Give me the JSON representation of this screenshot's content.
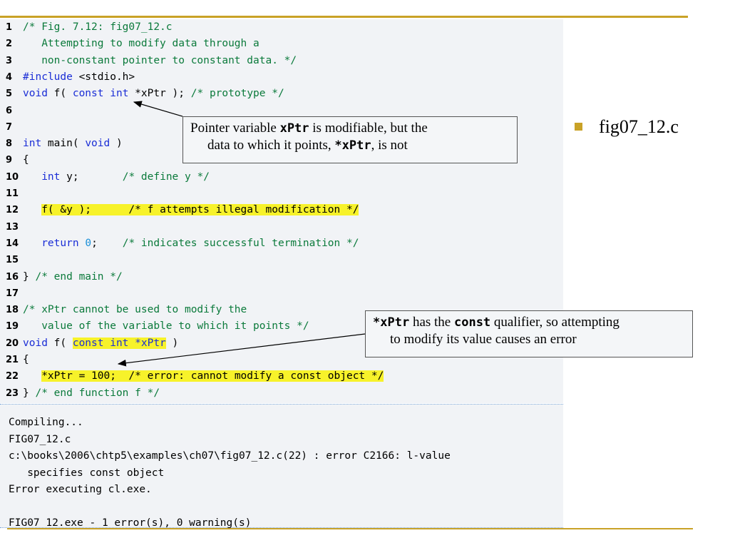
{
  "slide": {
    "bullet_text": "fig07_12.c",
    "accent_color": "#c9a227"
  },
  "code": {
    "lines": [
      {
        "num": "1",
        "tokens": [
          {
            "t": "/* Fig. 7.12: fig07_12.c",
            "c": "cm"
          }
        ]
      },
      {
        "num": "2",
        "tokens": [
          {
            "t": "   Attempting to modify data through a",
            "c": "cm"
          }
        ]
      },
      {
        "num": "3",
        "tokens": [
          {
            "t": "   non-constant pointer to constant data. */",
            "c": "cm"
          }
        ]
      },
      {
        "num": "4",
        "tokens": [
          {
            "t": "#include",
            "c": "kw"
          },
          {
            "t": " <stdio.h>",
            "c": "tx"
          }
        ]
      },
      {
        "num": "5",
        "tokens": [
          {
            "t": "void",
            "c": "kw"
          },
          {
            "t": " f( ",
            "c": "tx"
          },
          {
            "t": "const",
            "c": "kw"
          },
          {
            "t": " ",
            "c": "tx"
          },
          {
            "t": "int",
            "c": "kw"
          },
          {
            "t": " *xPtr ); ",
            "c": "tx"
          },
          {
            "t": "/* prototype */",
            "c": "cm"
          }
        ]
      },
      {
        "num": "6",
        "tokens": []
      },
      {
        "num": "7",
        "tokens": []
      },
      {
        "num": "8",
        "tokens": [
          {
            "t": "int",
            "c": "kw"
          },
          {
            "t": " main( ",
            "c": "tx"
          },
          {
            "t": "void",
            "c": "kw"
          },
          {
            "t": " )",
            "c": "tx"
          }
        ]
      },
      {
        "num": "9",
        "tokens": [
          {
            "t": "{",
            "c": "tx"
          }
        ]
      },
      {
        "num": "10",
        "tokens": [
          {
            "t": "   ",
            "c": "tx"
          },
          {
            "t": "int",
            "c": "kw"
          },
          {
            "t": " y;       ",
            "c": "tx"
          },
          {
            "t": "/* define y */",
            "c": "cm"
          }
        ]
      },
      {
        "num": "11",
        "tokens": []
      },
      {
        "num": "12",
        "tokens": [
          {
            "t": "   ",
            "c": "tx"
          },
          {
            "t": "f( &y );      /* f attempts illegal modification */",
            "c": "hl-mixed"
          }
        ]
      },
      {
        "num": "13",
        "tokens": []
      },
      {
        "num": "14",
        "tokens": [
          {
            "t": "   ",
            "c": "tx"
          },
          {
            "t": "return",
            "c": "kw"
          },
          {
            "t": " ",
            "c": "tx"
          },
          {
            "t": "0",
            "c": "nm"
          },
          {
            "t": ";    ",
            "c": "tx"
          },
          {
            "t": "/* indicates successful termination */",
            "c": "cm"
          }
        ]
      },
      {
        "num": "15",
        "tokens": []
      },
      {
        "num": "16",
        "tokens": [
          {
            "t": "} ",
            "c": "tx"
          },
          {
            "t": "/* end main */",
            "c": "cm"
          }
        ]
      },
      {
        "num": "17",
        "tokens": []
      },
      {
        "num": "18",
        "tokens": [
          {
            "t": "/* xPtr cannot be used to modify the",
            "c": "cm"
          }
        ]
      },
      {
        "num": "19",
        "tokens": [
          {
            "t": "   value of the variable to which it points */",
            "c": "cm"
          }
        ]
      },
      {
        "num": "20",
        "tokens": [
          {
            "t": "void",
            "c": "kw"
          },
          {
            "t": " f( ",
            "c": "tx"
          },
          {
            "t": "const int *xPtr",
            "c": "hl-kw"
          },
          {
            "t": " )",
            "c": "tx"
          }
        ]
      },
      {
        "num": "21",
        "tokens": [
          {
            "t": "{",
            "c": "tx"
          }
        ]
      },
      {
        "num": "22",
        "tokens": [
          {
            "t": "   ",
            "c": "tx"
          },
          {
            "t": "*xPtr = 100;  /* error: cannot modify a const object */",
            "c": "hl-err"
          }
        ]
      },
      {
        "num": "23",
        "tokens": [
          {
            "t": "} ",
            "c": "tx"
          },
          {
            "t": "/* end function f */",
            "c": "cm"
          }
        ]
      }
    ]
  },
  "output": {
    "lines": [
      "Compiling...",
      "FIG07_12.c",
      "c:\\books\\2006\\chtp5\\examples\\ch07\\fig07_12.c(22) : error C2166: l-value",
      "   specifies const object",
      "Error executing cl.exe.",
      "",
      "FIG07_12.exe - 1 error(s), 0 warning(s)"
    ]
  },
  "callouts": {
    "first": {
      "pre": "Pointer variable ",
      "code1": "xPtr",
      "mid": " is modifiable, but the",
      "line2_pre": "data to which it points, ",
      "code2": "*xPtr",
      "line2_post": ", is not"
    },
    "second": {
      "code1": "*xPtr",
      "mid": " has the ",
      "code2": "const",
      "post": " qualifier, so attempting",
      "line2": "to modify its value causes an error"
    }
  }
}
